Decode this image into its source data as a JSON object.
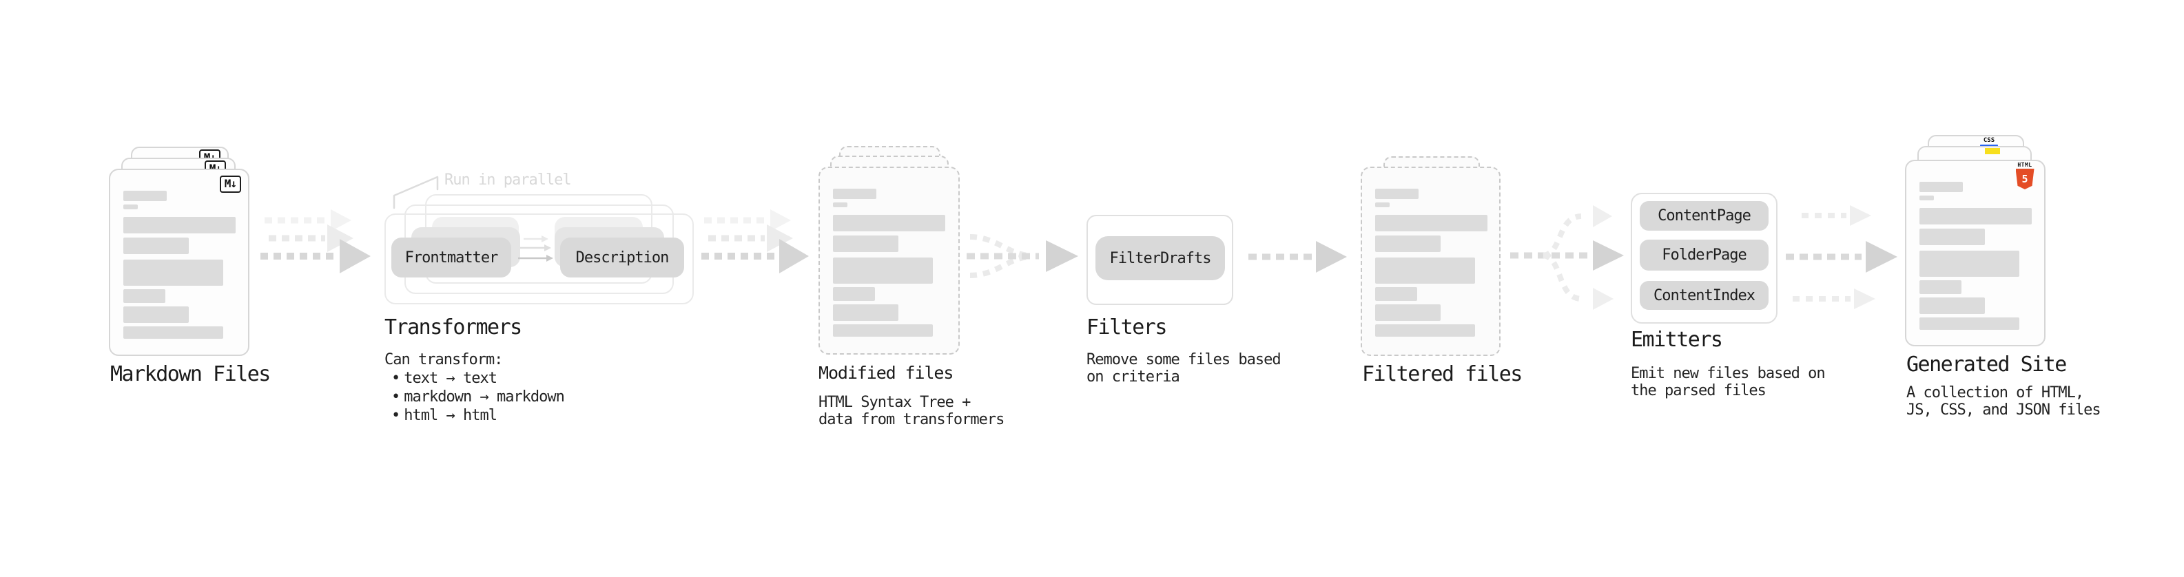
{
  "diagram": {
    "stages": {
      "markdown_files": {
        "label": "Markdown Files",
        "file_badge": "M↓"
      },
      "transformers": {
        "label": "Transformers",
        "callout": "Run in parallel",
        "input_pill": "Frontmatter",
        "output_pill": "Description",
        "note_heading": "Can transform:",
        "bullet_marker": "•",
        "bullets": [
          "text → text",
          "markdown → markdown",
          "html → html"
        ]
      },
      "modified_files": {
        "label": "Modified files",
        "description_line1": "HTML Syntax Tree +",
        "description_line2": "data from transformers"
      },
      "filters": {
        "label": "Filters",
        "pill": "FilterDrafts",
        "description_line1": "Remove some files based",
        "description_line2": "on criteria"
      },
      "filtered_files": {
        "label": "Filtered files"
      },
      "emitters": {
        "label": "Emitters",
        "pills": [
          "ContentPage",
          "FolderPage",
          "ContentIndex"
        ],
        "description_line1": "Emit new files based on",
        "description_line2": "the parsed files"
      },
      "generated_site": {
        "label": "Generated Site",
        "description_line1": "A collection of HTML,",
        "description_line2": "JS, CSS, and JSON files",
        "css_badge": "CSS",
        "html_badge_text": "HTML",
        "html_badge_number": "5"
      }
    },
    "colors": {
      "accent_css_blue": "#2965f1",
      "accent_js_yellow": "#f7df1e",
      "accent_html_orange": "#e44d26"
    }
  }
}
